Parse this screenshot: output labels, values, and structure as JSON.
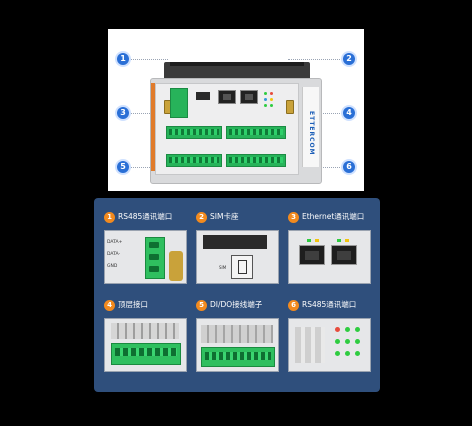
{
  "overview": {
    "callouts": [
      "1",
      "2",
      "3",
      "4",
      "5",
      "6"
    ],
    "device_brand": "ETTERCOM"
  },
  "features": [
    {
      "num": "1",
      "title": "RS485通讯端口",
      "labels": [
        "DATA+",
        "DATA-",
        "GND"
      ]
    },
    {
      "num": "2",
      "title": "SIM卡座",
      "labels": [
        "SIM"
      ]
    },
    {
      "num": "3",
      "title": "Ethernet通讯端口"
    },
    {
      "num": "4",
      "title": "顶层接口"
    },
    {
      "num": "5",
      "title": "DI/DO接线端子"
    },
    {
      "num": "6",
      "title": "RS485通讯端口"
    }
  ],
  "colors": {
    "callout": "#2a6fd6",
    "panel_bg": "#2f4f7c",
    "badge": "#f28a1e",
    "terminal_green": "#2fbf5f"
  }
}
